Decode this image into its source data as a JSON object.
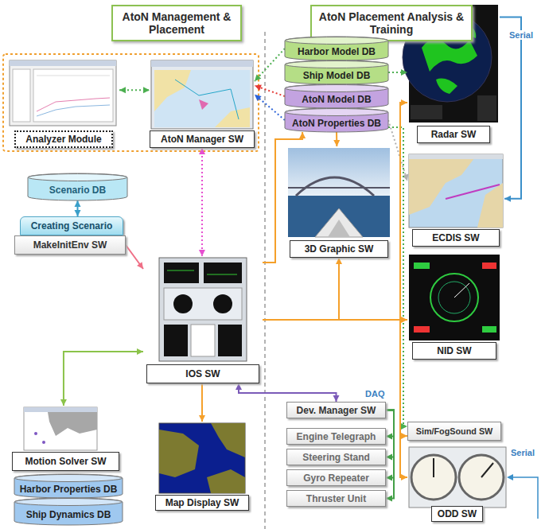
{
  "diagram": {
    "nodes": [
      {
        "text": [
          "AtoN Management & Placement"
        ]
      },
      {
        "text": [
          "AtoN Placement Analysis & Training"
        ]
      },
      {
        "text": [
          "Analyzer Module"
        ]
      },
      {
        "text": [
          "AtoN Manager SW"
        ]
      },
      {
        "text": [
          "Harbor Model DB"
        ]
      },
      {
        "text": [
          "Ship Model DB"
        ]
      },
      {
        "text": [
          "AtoN Model DB"
        ]
      },
      {
        "text": [
          "AtoN Properties DB"
        ]
      },
      {
        "text": [
          "Radar SW"
        ]
      },
      {
        "text": [
          "Scenario DB"
        ]
      },
      {
        "text": [
          "Creating Scenario"
        ]
      },
      {
        "text": [
          "MakeInitEnv SW"
        ]
      },
      {
        "text": [
          "ECDIS SW"
        ]
      },
      {
        "text": [
          "3D Graphic SW"
        ]
      },
      {
        "text": [
          "IOS SW"
        ]
      },
      {
        "text": [
          "NID SW"
        ]
      },
      {
        "text": [
          "Motion Solver SW"
        ]
      },
      {
        "text": [
          "Dev. Manager SW"
        ]
      },
      {
        "text": [
          "Engine Telegraph"
        ]
      },
      {
        "text": [
          "Sim/FogSound SW"
        ]
      },
      {
        "text": [
          "Steering Stand"
        ]
      },
      {
        "text": [
          "Gyro Repeater"
        ]
      },
      {
        "text": [
          "Map Display SW"
        ]
      },
      {
        "text": [
          "Thruster Unit"
        ]
      },
      {
        "text": [
          "ODD SW"
        ]
      },
      {
        "text": [
          "Harbor Properties DB"
        ]
      },
      {
        "text": [
          "Ship Dynamics DB"
        ]
      }
    ],
    "edges": [
      {
        "from": 2,
        "to": 3,
        "arrow": "both"
      },
      {
        "from": 4,
        "to": 3,
        "arrow": "to"
      },
      {
        "from": 6,
        "to": 3,
        "arrow": "to"
      },
      {
        "from": 7,
        "to": 3,
        "arrow": "to"
      },
      {
        "from": 3,
        "to": 14,
        "arrow": "both"
      },
      {
        "from": 5,
        "to": 8,
        "arrow": "to"
      },
      {
        "from": 7,
        "to": 12,
        "arrow": "to"
      },
      {
        "from": 7,
        "to": 13,
        "arrow": "to"
      },
      {
        "from": 7,
        "to": 19,
        "arrow": "to"
      },
      {
        "from": 14,
        "to": 7,
        "arrow": "to"
      },
      {
        "from": 9,
        "to": 10,
        "arrow": "both"
      },
      {
        "from": 11,
        "to": 14,
        "arrow": "to"
      },
      {
        "from": 14,
        "to": 16,
        "arrow": "both"
      },
      {
        "from": 14,
        "to": 22,
        "arrow": "to"
      },
      {
        "from": 14,
        "to": 17,
        "arrow": "both"
      },
      {
        "from": 14,
        "to": 8,
        "arrow": "to"
      },
      {
        "from": 14,
        "to": 13,
        "arrow": "to"
      },
      {
        "from": 14,
        "to": 15,
        "arrow": "to"
      },
      {
        "from": 14,
        "to": 19,
        "arrow": "to"
      },
      {
        "from": 14,
        "to": 24,
        "arrow": "to"
      },
      {
        "from": 8,
        "to": 12,
        "arrow": "to",
        "label": "Serial"
      },
      {
        "from": 17,
        "to": 18,
        "arrow": "to"
      },
      {
        "from": 17,
        "to": 20,
        "arrow": "to"
      },
      {
        "from": 17,
        "to": 21,
        "arrow": "to"
      },
      {
        "from": 17,
        "to": 23,
        "arrow": "to"
      }
    ],
    "labels": [
      "DAQ",
      "Serial"
    ]
  }
}
